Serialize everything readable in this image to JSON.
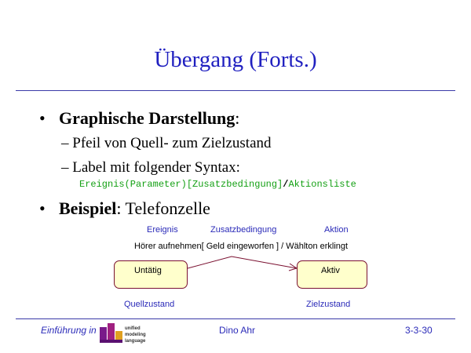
{
  "title": "Übergang (Forts.)",
  "bullets": [
    {
      "bold": "Graphische Darstellung",
      "rest": ":"
    },
    {
      "bold": "Beispiel",
      "rest": ": Telefonzelle"
    }
  ],
  "sub_items": [
    "Pfeil von Quell- zum Zielzustand",
    "Label mit folgender Syntax:"
  ],
  "syntax": {
    "part1": "Ereignis(Parameter)",
    "part2": "[Zusatzbedingung]",
    "slash": "/",
    "part3": "Aktionsliste"
  },
  "diagram": {
    "label_event": "Ereignis",
    "label_guard": "Zusatzbedingung",
    "label_action": "Aktion",
    "transition_label": "Hörer aufnehmen[ Geld eingeworfen ] / Wählton erklingt",
    "source_state": "Untätig",
    "target_state": "Aktiv",
    "source_caption": "Quellzustand",
    "target_caption": "Zielzustand"
  },
  "footer": {
    "left": "Einführung in",
    "logo_text": "unified modeling language",
    "center": "Dino Ahr",
    "right": "3-3-30"
  },
  "colors": {
    "title": "#2020c0",
    "syntax_green": "#14a014",
    "diagram_blue": "#2a2ab8",
    "state_fill": "#ffffcc",
    "state_border": "#7a1030"
  }
}
